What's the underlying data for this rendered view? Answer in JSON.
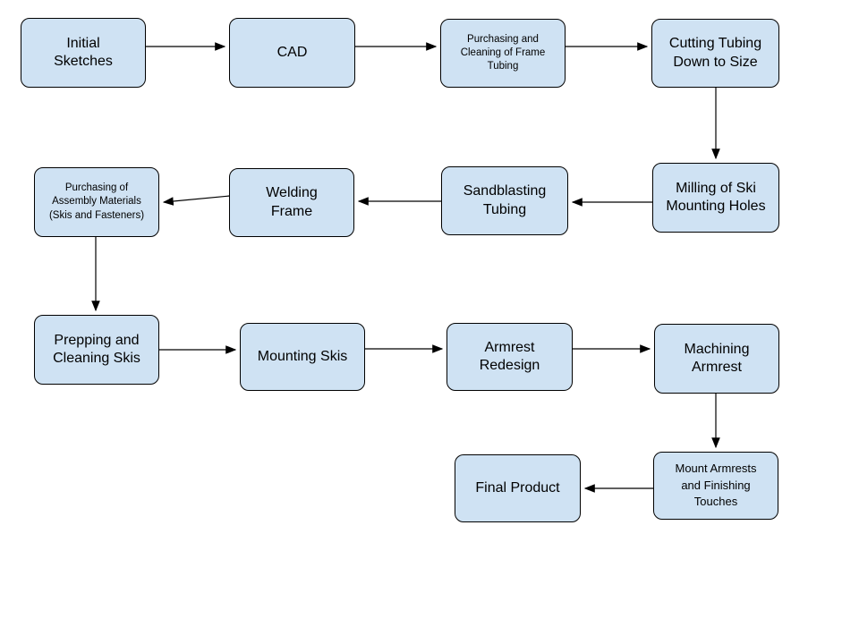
{
  "diagram": {
    "type": "flowchart",
    "background_color": "#ffffff",
    "node_fill_color": "#cfe2f3",
    "node_border_color": "#000000",
    "text_color": "#000000",
    "nodes": [
      {
        "id": "initial-sketches",
        "label": "Initial\nSketches"
      },
      {
        "id": "cad",
        "label": "CAD"
      },
      {
        "id": "purchasing-frame-tubing",
        "label": "Purchasing and\nCleaning of Frame\nTubing"
      },
      {
        "id": "cutting-tubing",
        "label": "Cutting Tubing\nDown to Size"
      },
      {
        "id": "milling-ski-holes",
        "label": "Milling of Ski\nMounting Holes"
      },
      {
        "id": "sandblasting-tubing",
        "label": "Sandblasting\nTubing"
      },
      {
        "id": "welding-frame",
        "label": "Welding\nFrame"
      },
      {
        "id": "purchasing-assembly-materials",
        "label": "Purchasing of\nAssembly Materials\n(Skis and Fasteners)"
      },
      {
        "id": "prepping-cleaning-skis",
        "label": "Prepping and\nCleaning Skis"
      },
      {
        "id": "mounting-skis",
        "label": "Mounting Skis"
      },
      {
        "id": "armrest-redesign",
        "label": "Armrest\nRedesign"
      },
      {
        "id": "machining-armrest",
        "label": "Machining\nArmrest"
      },
      {
        "id": "mount-armrests-finishing",
        "label": "Mount Armrests\nand Finishing\nTouches"
      },
      {
        "id": "final-product",
        "label": "Final Product"
      }
    ],
    "edges": [
      {
        "from": "initial-sketches",
        "to": "cad"
      },
      {
        "from": "cad",
        "to": "purchasing-frame-tubing"
      },
      {
        "from": "purchasing-frame-tubing",
        "to": "cutting-tubing"
      },
      {
        "from": "cutting-tubing",
        "to": "milling-ski-holes"
      },
      {
        "from": "milling-ski-holes",
        "to": "sandblasting-tubing"
      },
      {
        "from": "sandblasting-tubing",
        "to": "welding-frame"
      },
      {
        "from": "welding-frame",
        "to": "purchasing-assembly-materials"
      },
      {
        "from": "purchasing-assembly-materials",
        "to": "prepping-cleaning-skis"
      },
      {
        "from": "prepping-cleaning-skis",
        "to": "mounting-skis"
      },
      {
        "from": "mounting-skis",
        "to": "armrest-redesign"
      },
      {
        "from": "armrest-redesign",
        "to": "machining-armrest"
      },
      {
        "from": "machining-armrest",
        "to": "mount-armrests-finishing"
      },
      {
        "from": "mount-armrests-finishing",
        "to": "final-product"
      }
    ]
  }
}
